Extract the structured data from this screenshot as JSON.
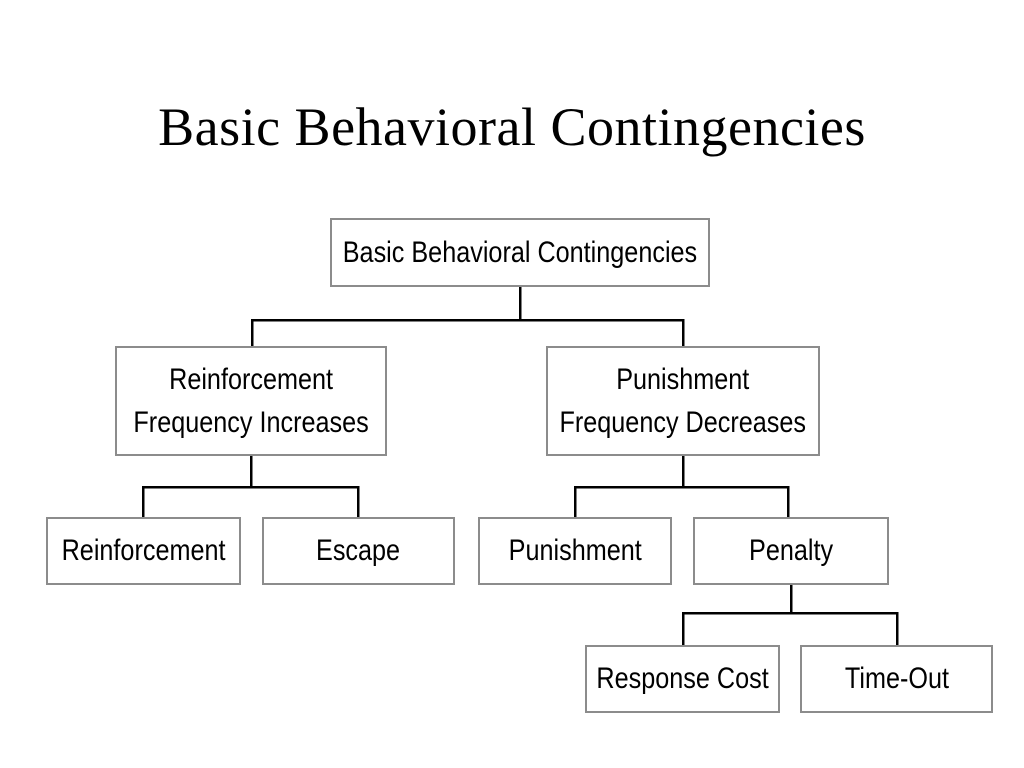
{
  "slide": {
    "title": "Basic Behavioral Contingencies"
  },
  "nodes": {
    "root": {
      "label": "Basic Behavioral Contingencies"
    },
    "reinforcement_branch": {
      "line1": "Reinforcement",
      "line2": "Frequency Increases"
    },
    "punishment_branch": {
      "line1": "Punishment",
      "line2": "Frequency Decreases"
    },
    "reinforcement": {
      "label": "Reinforcement"
    },
    "escape": {
      "label": "Escape"
    },
    "punishment": {
      "label": "Punishment"
    },
    "penalty": {
      "label": "Penalty"
    },
    "response_cost": {
      "label": "Response Cost"
    },
    "time_out": {
      "label": "Time-Out"
    }
  },
  "colors": {
    "background": "#ffffff",
    "box_fill": "#ffffff",
    "box_border": "#8c8c8c",
    "connector_line": "#000000",
    "text": "#000000"
  }
}
